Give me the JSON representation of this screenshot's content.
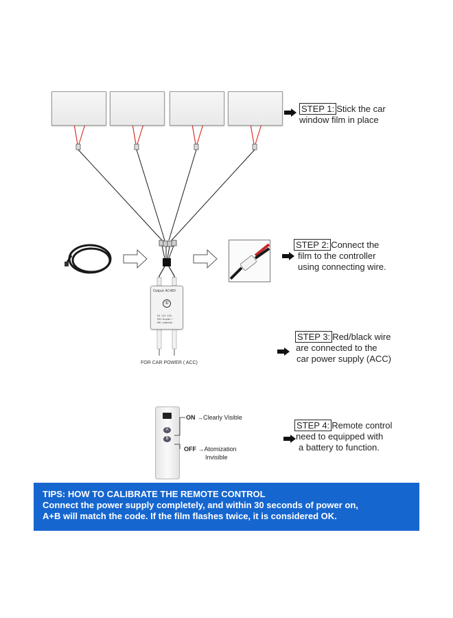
{
  "steps": [
    {
      "tag": "STEP 1:",
      "lines": [
        "Stick the car",
        "window film in place"
      ]
    },
    {
      "tag": "STEP 2:",
      "lines": [
        "Connect the",
        "film to the controller",
        "using connecting wire."
      ]
    },
    {
      "tag": "STEP 3:",
      "lines": [
        "Red/black wire",
        "are connected to the",
        "car power supply  (ACC)"
      ]
    },
    {
      "tag": "STEP 4:",
      "lines": [
        "Remote control",
        "need to equipped with",
        "a battery to function."
      ]
    }
  ],
  "controller": {
    "output": "Output: AC48V",
    "number": "①",
    "spec_1": "IN : DC 12V",
    "spec_2": "RD: Anode +",
    "spec_3": "BK: cathode -"
  },
  "acc_label": "FOR CAR POWER ( ACC)",
  "remote": {
    "button_a": "A",
    "button_b": "B",
    "on_word": "ON",
    "on_text": "→Clearly Visible",
    "off_word": "OFF",
    "off_text_1": "→Atomization",
    "off_text_2": "Invisible"
  },
  "tips": {
    "line_1": "TIPS: HOW TO CALIBRATE THE REMOTE CONTROL",
    "line_2": "Connect the power supply completely, and within 30 seconds of power on,",
    "line_3": "A+B will match the code. If the film flashes twice, it is considered OK."
  },
  "colors": {
    "tips_bg": "#1666d0",
    "wire_red": "#d9332b",
    "wire_black": "#1a1a1a"
  }
}
